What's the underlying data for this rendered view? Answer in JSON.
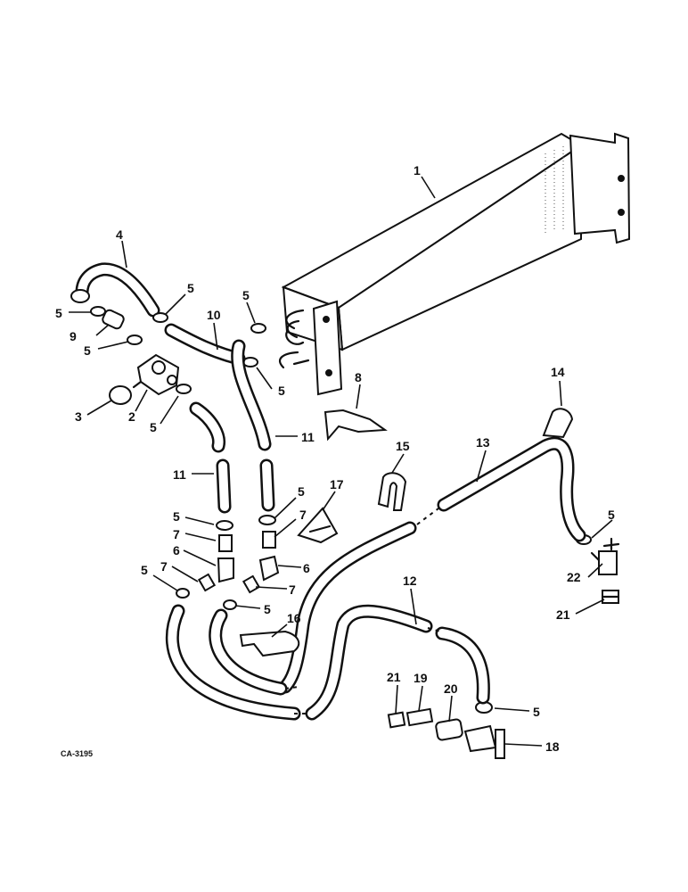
{
  "figure_code": "CA-3195",
  "callouts": [
    {
      "id": "c1",
      "label": "1"
    },
    {
      "id": "c2",
      "label": "2"
    },
    {
      "id": "c3",
      "label": "3"
    },
    {
      "id": "c4",
      "label": "4"
    },
    {
      "id": "c5a",
      "label": "5"
    },
    {
      "id": "c5b",
      "label": "5"
    },
    {
      "id": "c5c",
      "label": "5"
    },
    {
      "id": "c5d",
      "label": "5"
    },
    {
      "id": "c5e",
      "label": "5"
    },
    {
      "id": "c5f",
      "label": "5"
    },
    {
      "id": "c5g",
      "label": "5"
    },
    {
      "id": "c5h",
      "label": "5"
    },
    {
      "id": "c5i",
      "label": "5"
    },
    {
      "id": "c5j",
      "label": "5"
    },
    {
      "id": "c5k",
      "label": "5"
    },
    {
      "id": "c5l",
      "label": "5"
    },
    {
      "id": "c5m",
      "label": "5"
    },
    {
      "id": "c6a",
      "label": "6"
    },
    {
      "id": "c6b",
      "label": "6"
    },
    {
      "id": "c7a",
      "label": "7"
    },
    {
      "id": "c7b",
      "label": "7"
    },
    {
      "id": "c7c",
      "label": "7"
    },
    {
      "id": "c7d",
      "label": "7"
    },
    {
      "id": "c8",
      "label": "8"
    },
    {
      "id": "c9",
      "label": "9"
    },
    {
      "id": "c10",
      "label": "10"
    },
    {
      "id": "c11a",
      "label": "11"
    },
    {
      "id": "c11b",
      "label": "11"
    },
    {
      "id": "c12",
      "label": "12"
    },
    {
      "id": "c13",
      "label": "13"
    },
    {
      "id": "c14",
      "label": "14"
    },
    {
      "id": "c15",
      "label": "15"
    },
    {
      "id": "c16",
      "label": "16"
    },
    {
      "id": "c17",
      "label": "17"
    },
    {
      "id": "c18",
      "label": "18"
    },
    {
      "id": "c19",
      "label": "19"
    },
    {
      "id": "c20",
      "label": "20"
    },
    {
      "id": "c21a",
      "label": "21"
    },
    {
      "id": "c21b",
      "label": "21"
    },
    {
      "id": "c22",
      "label": "22"
    }
  ]
}
